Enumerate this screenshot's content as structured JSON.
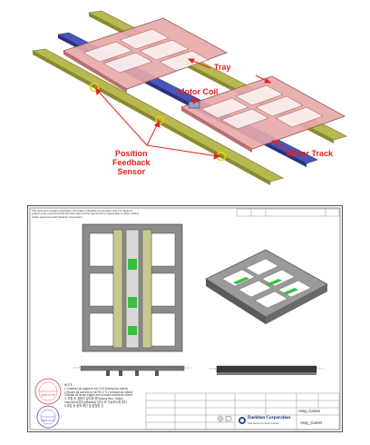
{
  "top_figure": {
    "labels": {
      "tray": "Tray",
      "motor_coil": "Motor Coil",
      "position_feedback_sensor": "Position\nFeedback\nSensor",
      "motor_track": "Motor Track"
    },
    "colors": {
      "tray": "#e8a8a8",
      "rail": "#c8c860",
      "motor_track": "#4a55b8",
      "callout": "#e02020",
      "sensor_marker": "#f0d000"
    }
  },
  "drawing": {
    "confidentiality_note": "This document contains proprietary information of Daekhon Corporation and it is released subject to the restrictions that the information not be reproduced or transmitted to others without written agreement with Daekhon Corporation.",
    "notes": "NOTE :\n1.Chamfer all edges to be C0.5 (except as noted)\n2.Round all corners to be R0.1~0.2 (except as noted)\n3.Break all sharp edges and corners except as noted\n4. 조립 후 결함이 없도록 한다(Assy Burr, Scale)\n   Inspection(검사)(Marking 검사) 후 가능하도록 한다\n5.조립 후 동작 확인 및 점검할 것",
    "company": "Daekhon Corporation",
    "company_tagline": "Total Solution for Motion Control",
    "drawing_name": "Assy_Carrier",
    "drawing_name_short": "Assy_Carrier",
    "stamp_date_1": "2015-11-07",
    "stamp_date_2": "2015-11-07",
    "colors": {
      "frame": "#7a7a7a",
      "coil": "#c8c890",
      "highlight": "#36c040",
      "line": "#333333"
    }
  }
}
